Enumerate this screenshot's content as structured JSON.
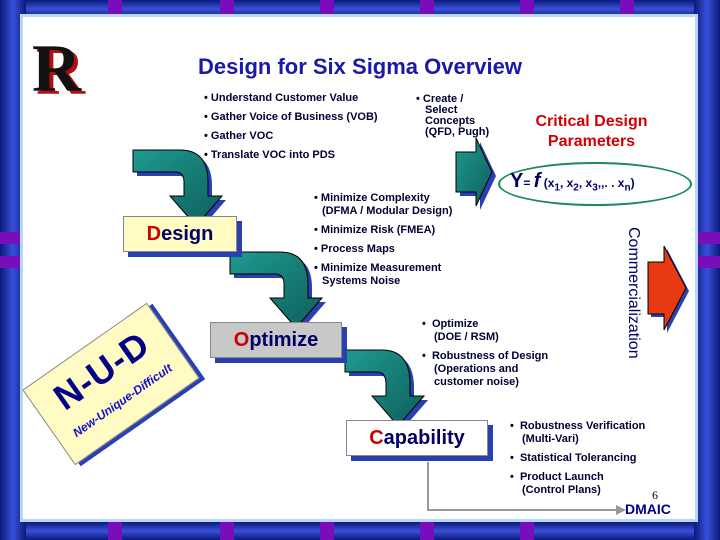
{
  "title": "Design for Six Sigma Overview",
  "logo_letter": "R",
  "design_bullets": [
    "Understand Customer Value",
    "Gather Voice of Business (VOB)",
    "Gather VOC",
    "Translate VOC into PDS"
  ],
  "concept_bullet": [
    "Create /",
    "Select",
    "Concepts",
    "(QFD, Pugh)"
  ],
  "critical_params": [
    "Critical Design",
    "Parameters"
  ],
  "formula": {
    "y": "Y",
    "eq": "=",
    "f": "f",
    "args": "(x",
    "sub1": "1",
    "c1": ", x",
    "sub2": "2",
    "c2": ", x",
    "sub3": "3",
    "c3": ",,. . x",
    "subn": "n",
    "close": ")"
  },
  "optimize_prep_bullets": [
    [
      "Minimize Complexity",
      "(DFMA / Modular Design)"
    ],
    [
      "Minimize Risk (FMEA)"
    ],
    [
      "Process Maps"
    ],
    [
      "Minimize Measurement",
      "Systems Noise"
    ]
  ],
  "stages": [
    {
      "initial": "D",
      "rest": "esign",
      "bg": "#fffbc2"
    },
    {
      "initial": "O",
      "rest": "ptimize",
      "bg": "#c8c8c8"
    },
    {
      "initial": "C",
      "rest": "apability",
      "bg": "#ffffff"
    }
  ],
  "optimize_bullets": [
    [
      "Optimize",
      "(DOE / RSM)"
    ],
    [
      "Robustness of Design",
      "(Operations and",
      "customer noise)"
    ]
  ],
  "capability_bullets": [
    [
      "Robustness Verification",
      "(Multi-Vari)"
    ],
    [
      "Statistical Tolerancing"
    ],
    [
      "Product Launch",
      "(Control Plans)"
    ]
  ],
  "commercialization": "Commercialization",
  "nud": {
    "main": "N-U-D",
    "sub": "New-Unique-Difficult"
  },
  "page_number": "6",
  "dmaic": "DMAIC",
  "colors": {
    "title": "#1a1aa8",
    "critical": "#d40000",
    "arrow_teal": "#127a74",
    "arrow_shadow": "#2a3fb0",
    "frame": "#1a2a9e",
    "stripe": "#7a0dbb",
    "commercial_arrow": "#e83a10"
  }
}
